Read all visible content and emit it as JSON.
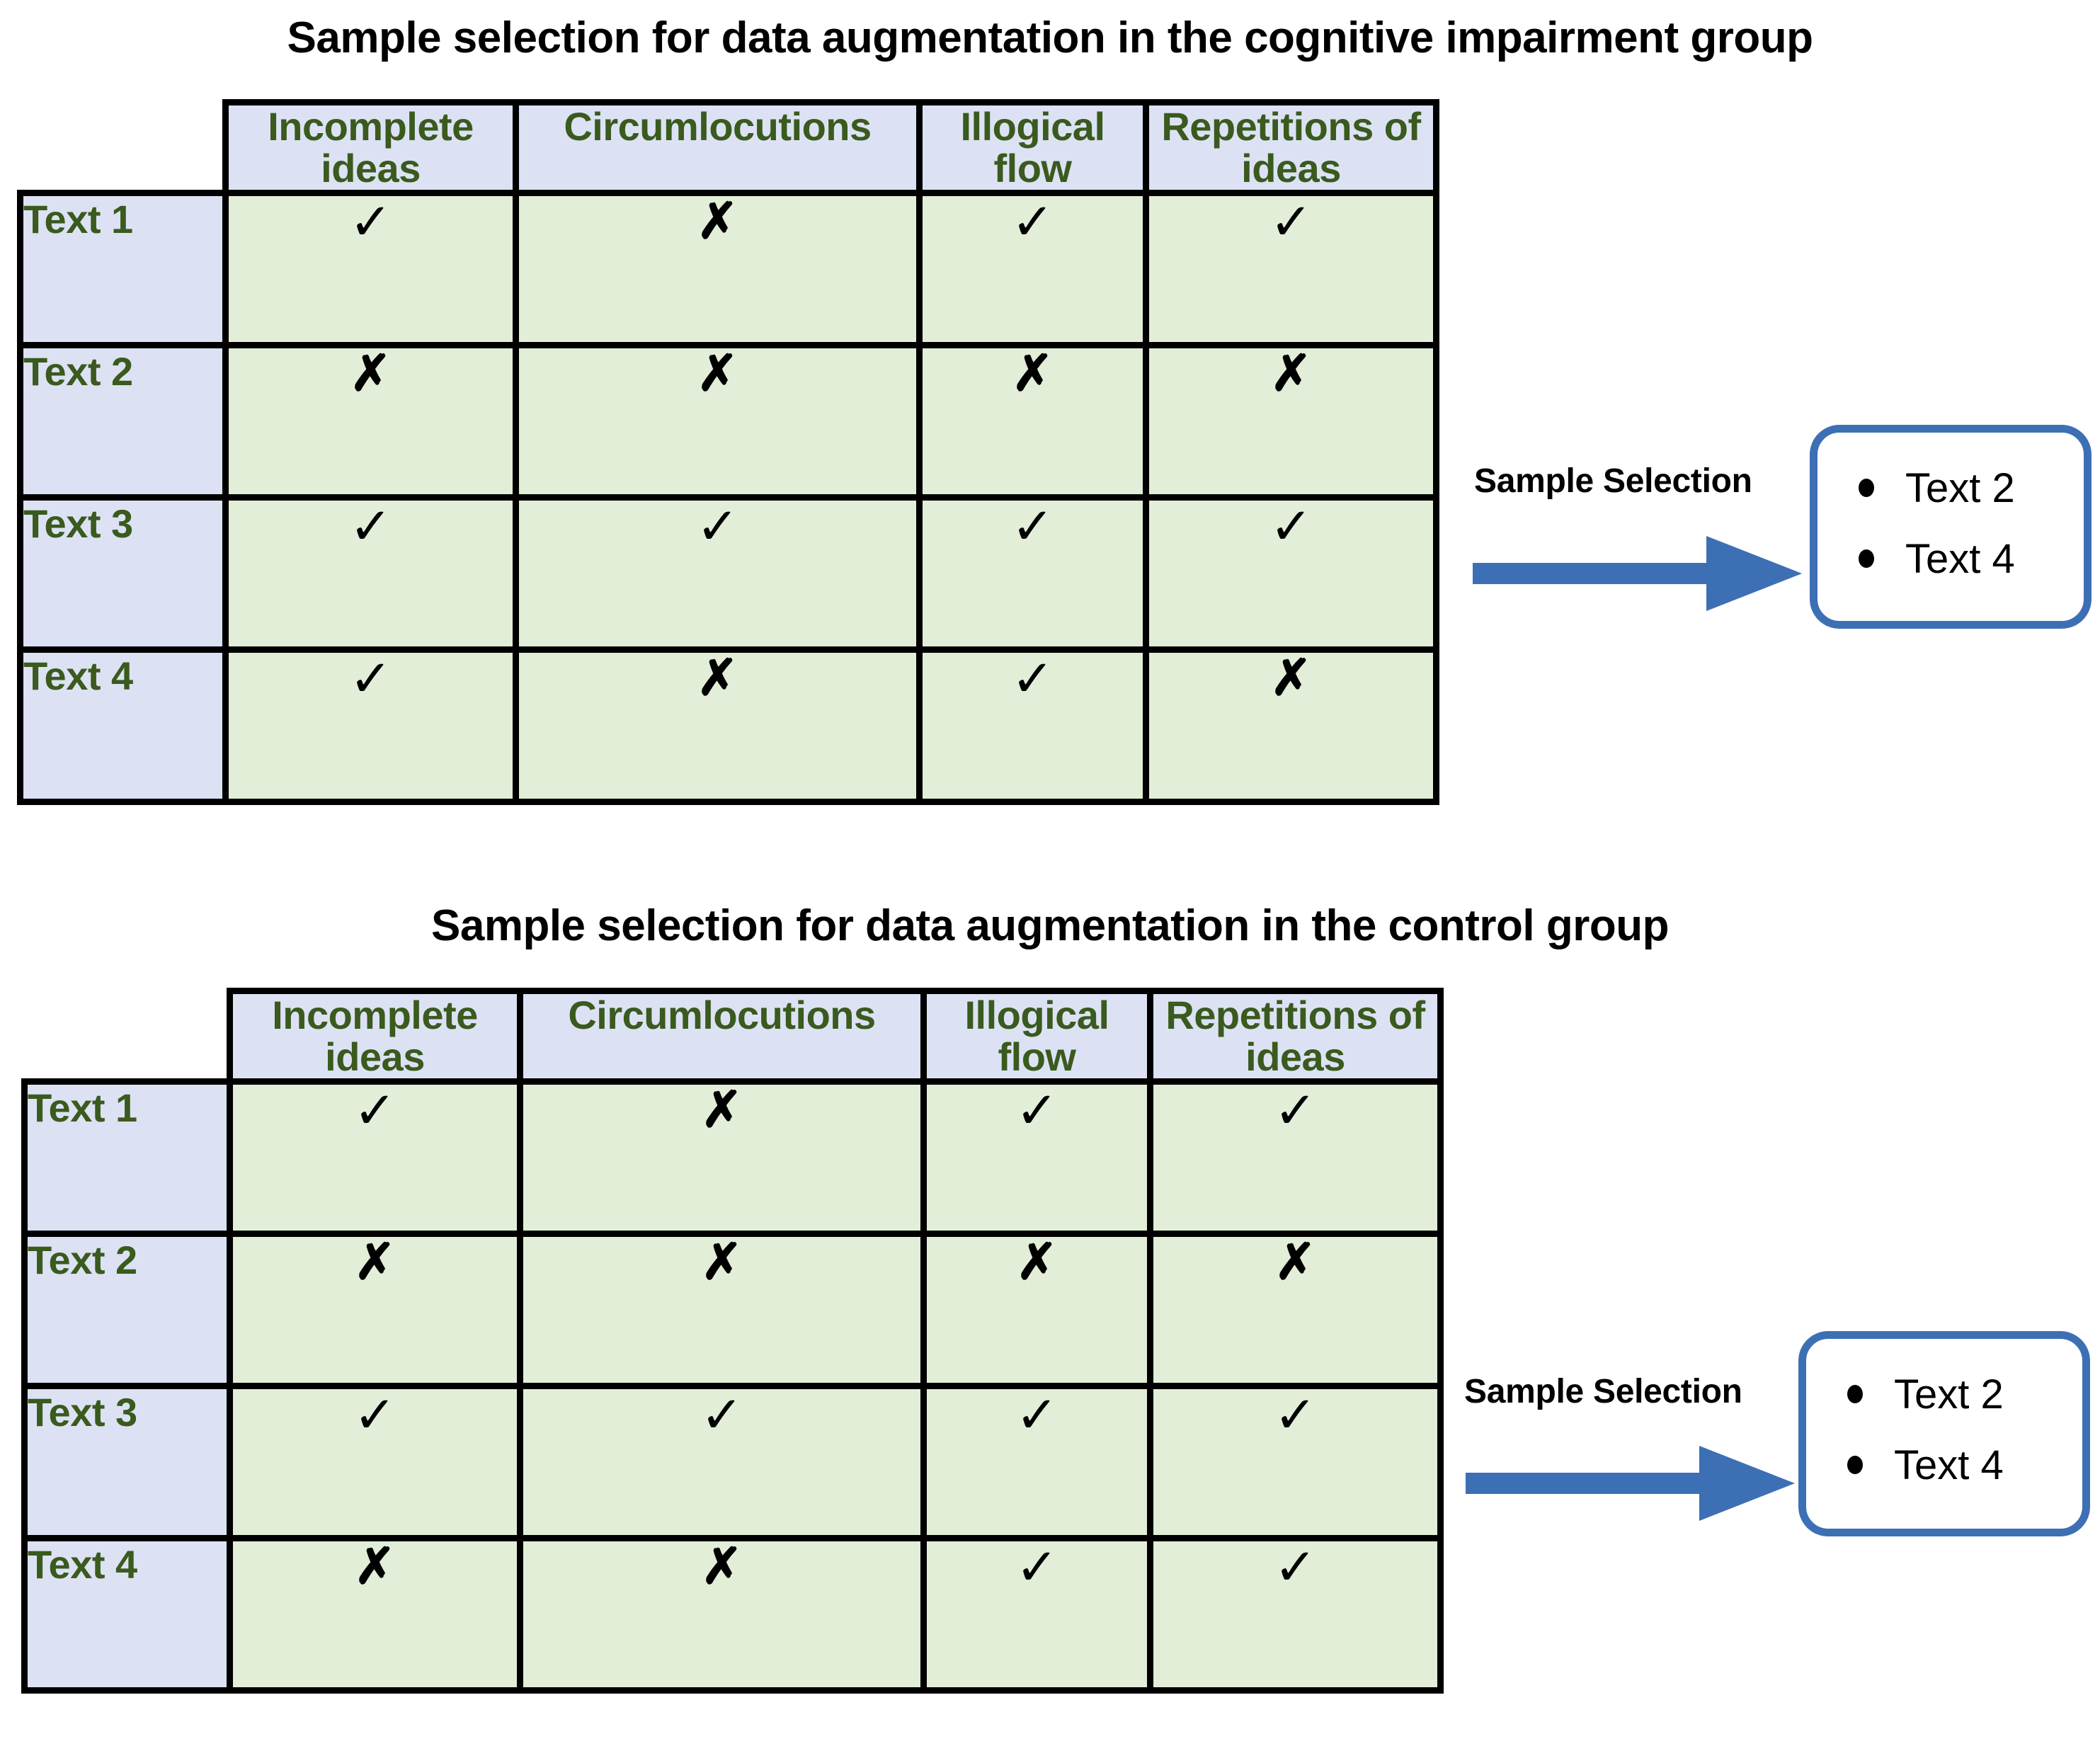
{
  "figure": {
    "columns": [
      "Incomplete ideas",
      "Circumlocutions",
      "Illogical flow",
      "Repetitions of ideas"
    ],
    "row_labels": [
      "Text 1",
      "Text 2",
      "Text 3",
      "Text 4"
    ],
    "mark_check": "✓",
    "mark_cross": "✗",
    "colors": {
      "header_fill": "#dce2f3",
      "row_label_fill": "#dce2f3",
      "cell_fill": "#e2eed8",
      "header_text": "#3a5a1e",
      "grid_line": "#000000",
      "arrow": "#3d6fb4",
      "box_border": "#3d6fb4"
    }
  },
  "panels": [
    {
      "title": "Sample selection for data augmentation in the cognitive impairment group",
      "arrow_label": "Sample Selection",
      "rows": [
        {
          "label": "Text 1",
          "marks": [
            "check",
            "cross",
            "check",
            "check"
          ]
        },
        {
          "label": "Text 2",
          "marks": [
            "cross",
            "cross",
            "cross",
            "cross"
          ]
        },
        {
          "label": "Text 3",
          "marks": [
            "check",
            "check",
            "check",
            "check"
          ]
        },
        {
          "label": "Text 4",
          "marks": [
            "check",
            "cross",
            "check",
            "cross"
          ]
        }
      ],
      "selected": [
        "Text 2",
        "Text 4"
      ]
    },
    {
      "title": "Sample selection for data augmentation in the control group",
      "arrow_label": "Sample Selection",
      "rows": [
        {
          "label": "Text 1",
          "marks": [
            "check",
            "cross",
            "check",
            "check"
          ]
        },
        {
          "label": "Text 2",
          "marks": [
            "cross",
            "cross",
            "cross",
            "cross"
          ]
        },
        {
          "label": "Text 3",
          "marks": [
            "check",
            "check",
            "check",
            "check"
          ]
        },
        {
          "label": "Text 4",
          "marks": [
            "cross",
            "cross",
            "check",
            "check"
          ]
        }
      ],
      "selected": [
        "Text 2",
        "Text 4"
      ]
    }
  ]
}
